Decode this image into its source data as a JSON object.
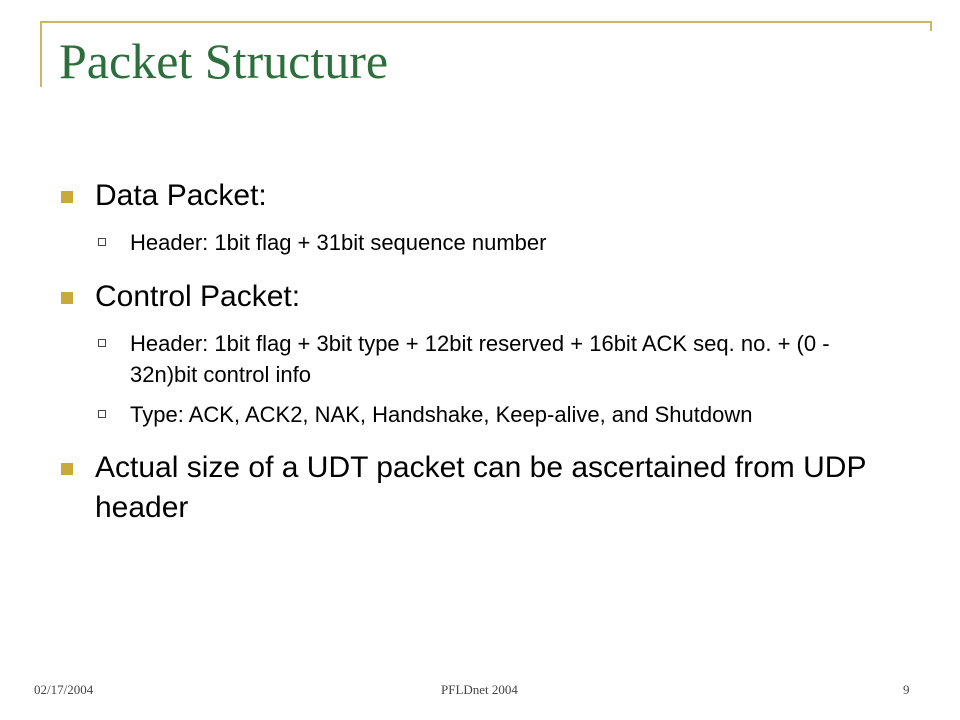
{
  "slide": {
    "title": "Packet Structure",
    "items": [
      {
        "text": "Data Packet:",
        "sub": [
          "Header: 1bit flag + 31bit sequence number"
        ]
      },
      {
        "text": "Control Packet:",
        "sub": [
          "Header: 1bit flag + 3bit type + 12bit reserved + 16bit ACK seq. no. + (0 - 32n)bit control info",
          "Type: ACK, ACK2, NAK, Handshake, Keep-alive, and Shutdown"
        ]
      },
      {
        "text": "Actual size of a UDT packet can be ascertained from UDP header",
        "sub": []
      }
    ]
  },
  "footer": {
    "date": "02/17/2004",
    "event": "PFLDnet 2004",
    "page": "9"
  },
  "colors": {
    "title": "#2c6e3c",
    "accent": "#c8aa3c",
    "rule": "#c9b66b"
  }
}
